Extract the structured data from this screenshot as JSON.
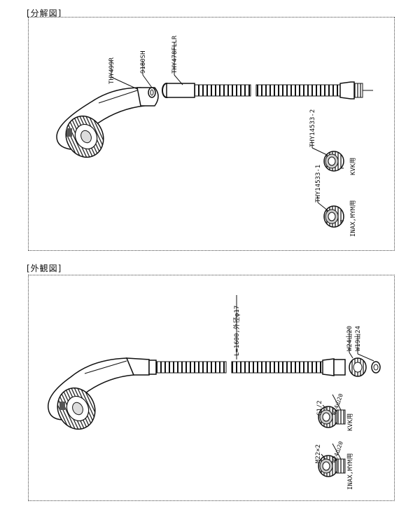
{
  "exploded": {
    "title": "[分解図]",
    "labels": {
      "head": "THY499R",
      "washer": "9180SH",
      "hose": "THY478FLLR",
      "adapter2": "THY14533-2",
      "adapter2_use": "KVK用",
      "adapter1": "THY14533-1",
      "adapter1_use": "INAX,MYM用"
    }
  },
  "exterior": {
    "title": "[外観図]",
    "labels": {
      "hose_length": "L=1600,外径φ17",
      "thread_a": "W24山20",
      "thread_b": "W19山24",
      "g_thread": "G1/2",
      "g_thread_sub": "W24山20",
      "kvk_use": "KVK用",
      "m_thread": "M22×2",
      "m_thread_sub": "W24山20",
      "inax_use": "INAX,MYM用"
    }
  }
}
